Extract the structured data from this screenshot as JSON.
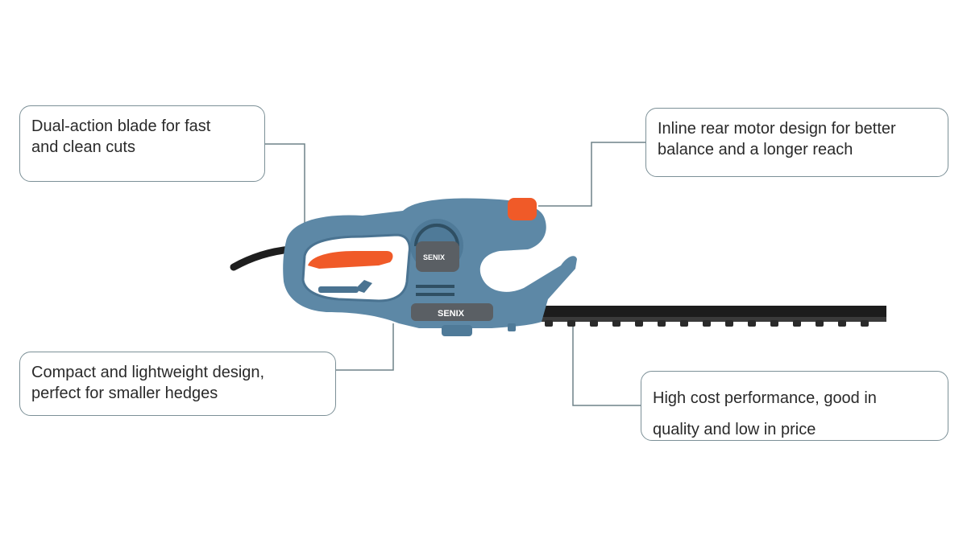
{
  "callouts": {
    "blade": {
      "line1": "Dual-action blade for fast",
      "line2": "and clean cuts"
    },
    "motor": {
      "line1": "Inline rear motor design for better",
      "line2": "balance and a longer reach"
    },
    "compact": {
      "line1": "Compact and lightweight design,",
      "line2": "perfect for smaller hedges"
    },
    "value": {
      "line1": "High cost performance, good in",
      "line2": "quality and low in price"
    }
  },
  "product": {
    "brand_top": "SENIX",
    "brand_bottom": "SENIX",
    "body_color": "#5d88a6",
    "accent_color": "#f05a28",
    "blade_color": "#1c1c1c"
  }
}
